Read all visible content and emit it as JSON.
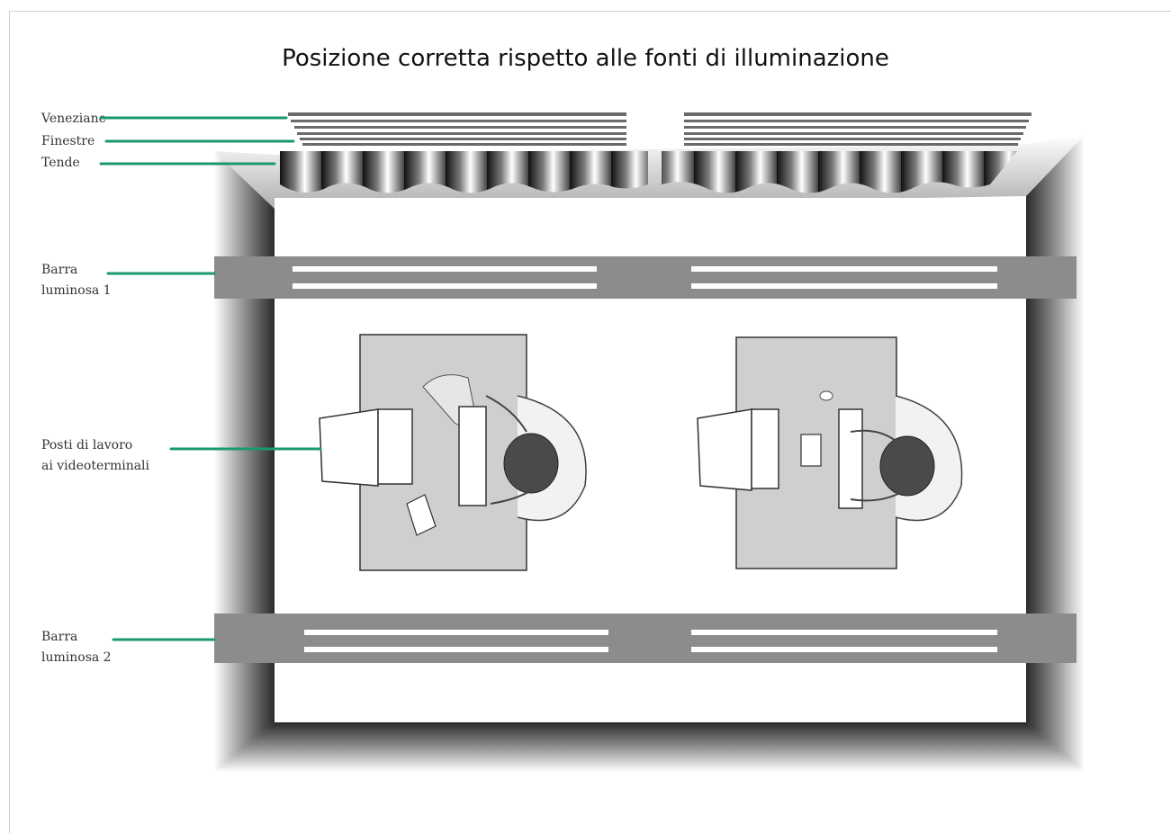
{
  "title": "Posizione corretta rispetto alle fonti di illuminazione",
  "labels": {
    "veneziane": "Veneziane",
    "finestre": "Finestre",
    "tende": "Tende",
    "barra1_line1": "Barra",
    "barra1_line2": "luminosa 1",
    "posti_line1": "Posti di lavoro",
    "posti_line2": "ai videoterminali",
    "barra2_line1": "Barra",
    "barra2_line2": "luminosa 2"
  },
  "colors": {
    "leader_line": "#1a9a6a",
    "light_bar": "#8c8c8c",
    "desk": "#cfcfcf",
    "wall": "#555555"
  }
}
